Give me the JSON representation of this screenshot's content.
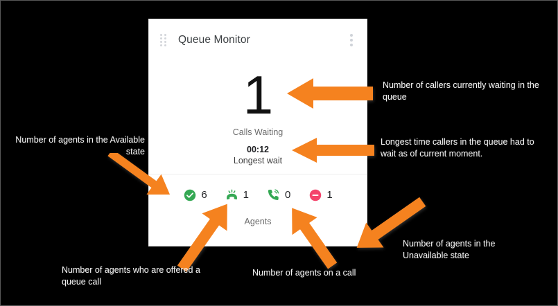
{
  "card": {
    "title": "Queue Monitor",
    "drag_handle_icon": "drag-dots-icon",
    "menu_icon": "kebab-menu-icon",
    "waiting": {
      "value": "1",
      "label": "Calls Waiting"
    },
    "longest_wait": {
      "value": "00:12",
      "label": "Longest wait"
    },
    "agents": {
      "label": "Agents",
      "stats": [
        {
          "icon": "check-circle-icon",
          "count": "6",
          "color": "#34a853",
          "state": "Available"
        },
        {
          "icon": "ringing-phone-icon",
          "count": "1",
          "color": "#34a853",
          "state": "Offered"
        },
        {
          "icon": "phone-in-call-icon",
          "count": "0",
          "color": "#34a853",
          "state": "On a call"
        },
        {
          "icon": "minus-circle-icon",
          "count": "1",
          "color": "#f4436b",
          "state": "Unavailable"
        }
      ]
    }
  },
  "annotations": {
    "calls_waiting": "Number of callers currently waiting in the queue",
    "longest_wait": "Longest time callers in the queue had to wait as of current moment.",
    "available_agents": "Number of agents in the Available state",
    "offered_agents": "Number of agents who are offered a queue call",
    "oncall_agents": "Number of agents on a call",
    "unavailable_agents": "Number of agents in the Unavailable state"
  },
  "colors": {
    "background": "#000000",
    "card_background": "#ffffff",
    "arrow": "#f5821f",
    "annotation_text": "#f2f2f2",
    "green": "#34a853",
    "red": "#f4436b"
  }
}
